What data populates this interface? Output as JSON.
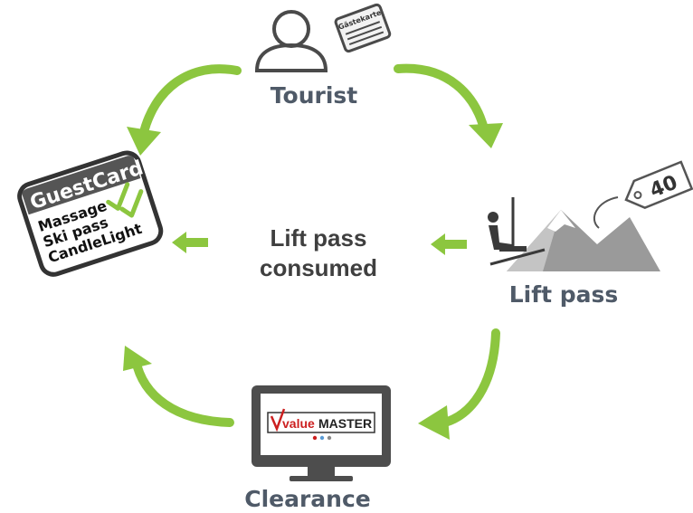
{
  "nodes": {
    "tourist": "Tourist",
    "lift_pass": "Lift pass",
    "clearance": "Clearance",
    "center": [
      "Lift pass",
      "consumed"
    ]
  },
  "guest_badge_text": "Gästekarte",
  "price_tag": "40",
  "guest_card": {
    "title": "GuestCard",
    "items": [
      "Massage",
      "Ski pass",
      "CandleLight"
    ]
  },
  "valuemaster": {
    "part1": "value",
    "part2": "MASTER"
  },
  "colors": {
    "arrow": "#8cc63f",
    "label": "#4f5a68",
    "valuemaster_red": "#cc1f1f"
  },
  "icons": [
    "person-icon",
    "guest-badge-icon",
    "chairlift-icon",
    "mountain-icon",
    "price-tag-icon",
    "guest-card-icon",
    "monitor-icon",
    "checkmark-icon"
  ]
}
